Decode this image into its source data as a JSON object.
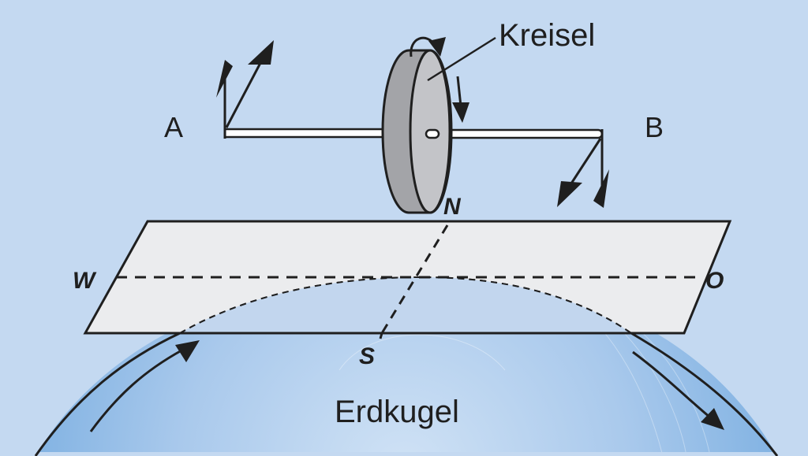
{
  "diagram": {
    "title_labels": {
      "gyroscope": "Kreisel",
      "earth": "Erdkugel",
      "axis_end_a": "A",
      "axis_end_b": "B"
    },
    "compass": {
      "north": "N",
      "south": "S",
      "west": "W",
      "east": "O"
    },
    "colors": {
      "background": "#c4d9f1",
      "earth_light": "#cfe0f4",
      "earth_dark": "#7aaee0",
      "plane": "#ebecee",
      "disc_side": "#a3a4a8",
      "disc_face": "#c3c4c8",
      "stroke": "#1f1f1f",
      "axle": "#ffffff"
    }
  }
}
